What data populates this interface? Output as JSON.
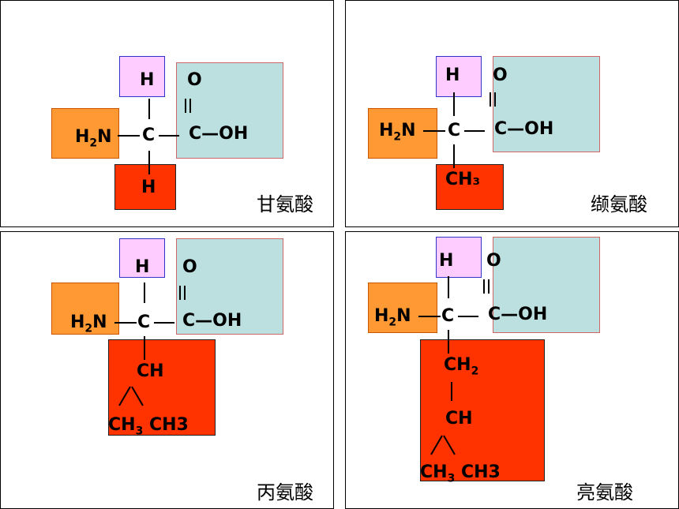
{
  "panels": [
    {
      "name": "甘氨酸",
      "top": "H",
      "o": "O",
      "left": "H₂N",
      "center": "C",
      "right": "C—OH",
      "side": [
        "H"
      ]
    },
    {
      "name": "缬氨酸",
      "top": "H",
      "o": "O",
      "left": "H₂N",
      "center": "C",
      "right": "C—OH",
      "side": [
        "CH₃"
      ]
    },
    {
      "name": "丙氨酸",
      "top": "H",
      "o": "O",
      "left": "H₂N",
      "center": "C",
      "right": "C—OH",
      "side": [
        "CH",
        "CH₃ CH3"
      ]
    },
    {
      "name": "亮氨酸",
      "top": "H",
      "o": "O",
      "left": "H₂N",
      "center": "C",
      "right": "C—OH",
      "side": [
        "CH₂",
        "CH",
        "CH₃ CH3"
      ]
    }
  ]
}
